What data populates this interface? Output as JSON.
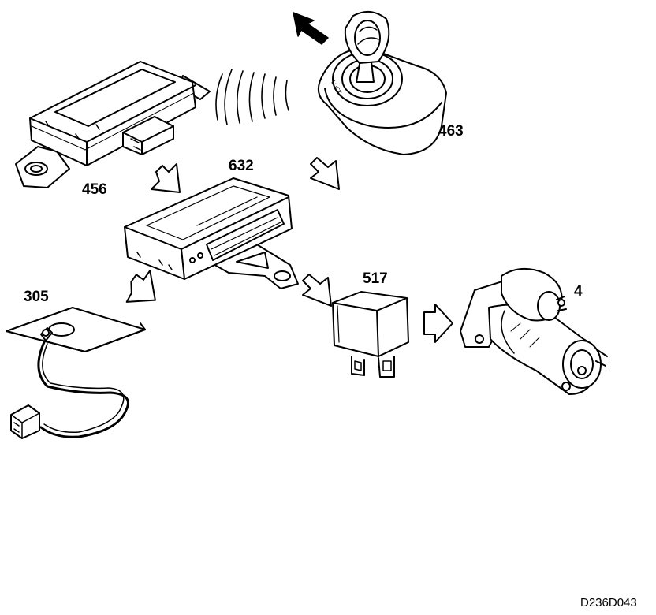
{
  "labels": {
    "immobiliser_module": "456",
    "ignition_switch": "463",
    "central_control_module": "632",
    "antenna": "305",
    "relay": "517",
    "starter_motor": "4"
  },
  "key_text": "LOCK",
  "figure_ref": "D236D043",
  "colors": {
    "line": "#000000",
    "fill": "#ffffff"
  }
}
